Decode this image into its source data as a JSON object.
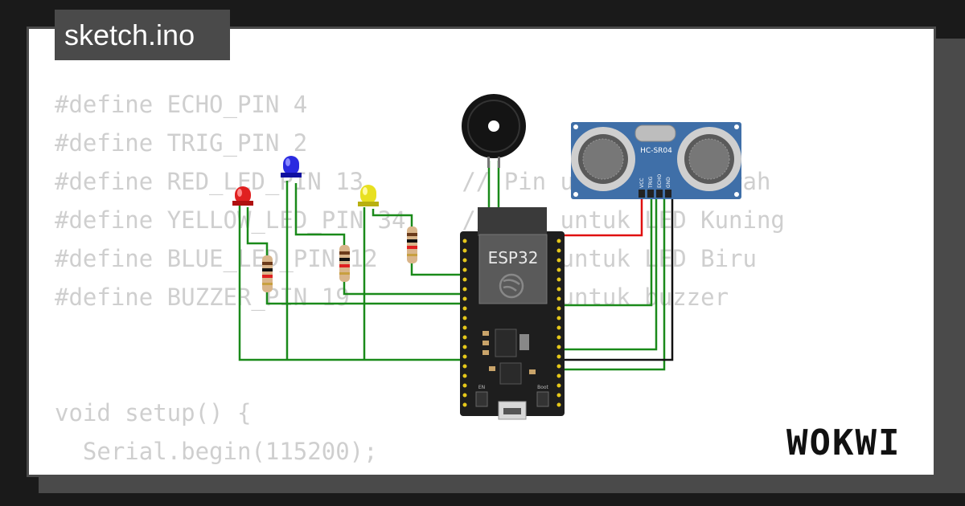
{
  "title": "sketch.ino",
  "brand": "WOKWI",
  "code_lines": [
    "#define ECHO_PIN 4",
    "#define TRIG_PIN 2",
    "#define RED_LED_PIN 13       // Pin untuk LED Merah",
    "#define YELLOW_LED_PIN 34    // Pin untuk LED Kuning",
    "#define BLUE_LED_PIN 12      // Pin untuk LED Biru",
    "#define BUZZER_PIN 19        // Pin untuk buzzer",
    "",
    "",
    "void setup() {",
    "  Serial.begin(115200);"
  ],
  "components": {
    "board_label": "ESP32",
    "sensor_label": "HC-SR04",
    "sensor_pins": [
      "VCC",
      "TRIG",
      "ECHO",
      "GND"
    ],
    "button_left": "EN",
    "button_right": "Boot"
  },
  "colors": {
    "wire_green": "#1a8a1a",
    "wire_red": "#e01010",
    "wire_black": "#111111",
    "led_red": "#e02020",
    "led_blue": "#2a2ae0",
    "led_yellow": "#e8e020",
    "sensor_blue": "#3f6fa8",
    "board_black": "#1e1e1e"
  }
}
